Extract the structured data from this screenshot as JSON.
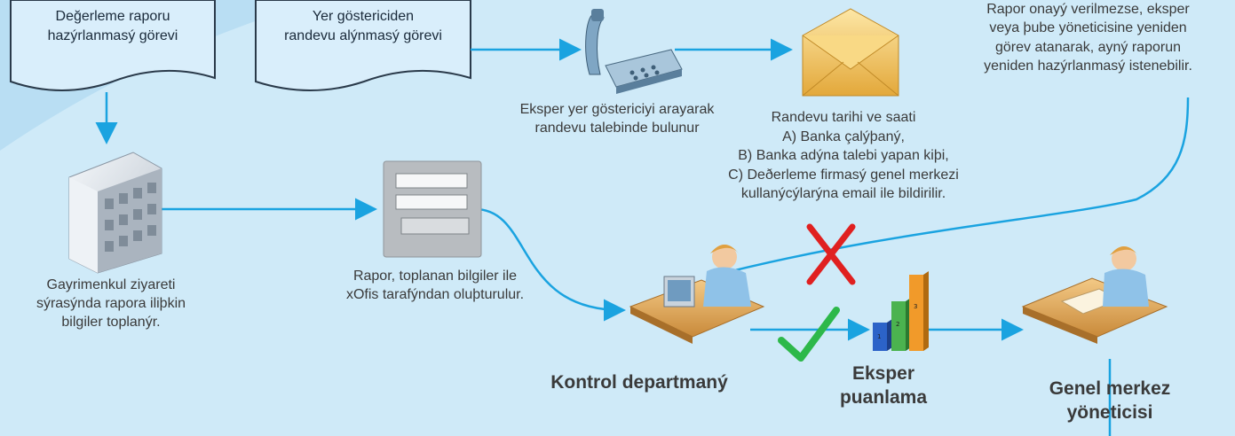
{
  "documents": {
    "valuation_task": "Değerleme raporu\nhazýrlanmasý görevi",
    "appointment_task": "Yer göstericiden\nrandevu alýnmasý görevi"
  },
  "notes": {
    "rejection_note": "Rapor onayý verilmezse, eksper\nveya þube yöneticisine yeniden\ngörev atanarak, ayný raporun\nyeniden hazýrlanmasý istenebilir.",
    "phone_caption": "Eksper yer göstericiyi arayarak\nrandevu talebinde bulunur",
    "email_caption": "Randevu tarihi ve saati\nA) Banka çalýþaný,\nB) Banka adýna talebi yapan kiþi,\nC) Deðerleme firmasý genel merkezi\nkullanýcýlarýna email ile bildirilir.",
    "building_caption": "Gayrimenkul ziyareti\nsýrasýnda rapora iliþkin\nbilgiler toplanýr.",
    "report_caption": "Rapor, toplanan bilgiler ile\nxOfis tarafýndan oluþturulur."
  },
  "roles": {
    "control": "Kontrol departmaný",
    "scoring": "Eksper\npuanlama",
    "manager": "Genel merkez\nyöneticisi"
  },
  "colors": {
    "background": "#cfeaf8",
    "arrow": "#1aa3e0",
    "reject": "#e02020",
    "approve": "#2db84a",
    "document_fill": "#d9eefb"
  },
  "icons": {
    "building": "building-icon",
    "phone": "phone-icon",
    "mail": "envelope-icon",
    "form": "form-icon",
    "reject": "cross-icon",
    "approve": "checkmark-icon",
    "control_desk": "person-at-computer-icon",
    "scoring_chart": "bar-chart-icon",
    "manager_desk": "person-writing-icon"
  }
}
